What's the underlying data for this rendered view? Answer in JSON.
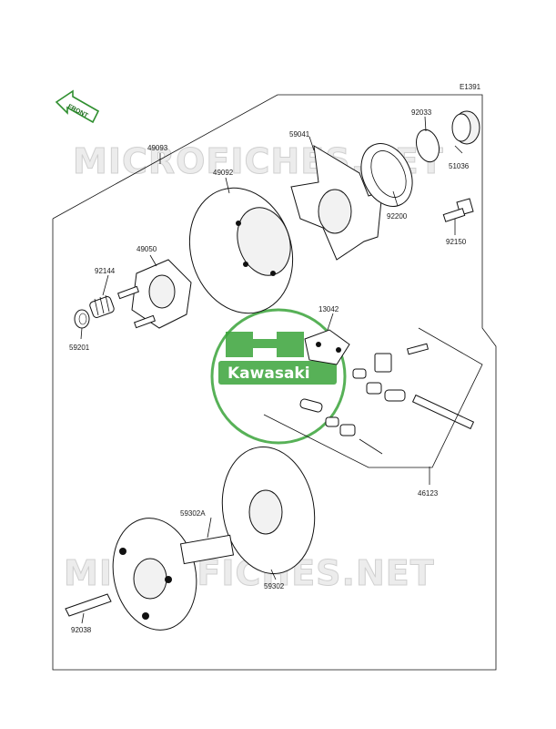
{
  "diagram_code": "E1391",
  "front_label": "FRONT",
  "watermark": "MICROFICHES.NET",
  "logo_text": "Kawasaki",
  "colors": {
    "logo_green": "#3aa33a",
    "arrow_green": "#2f8f2f",
    "watermark": "#d0d0d0"
  },
  "parts": {
    "p49093": "49093",
    "p59041": "59041",
    "p92033": "92033",
    "p51036": "51036",
    "p49092": "49092",
    "p92200": "92200",
    "p92150": "92150",
    "p49050": "49050",
    "p92144": "92144",
    "p59201": "59201",
    "p13042": "13042",
    "p46123": "46123",
    "p59302A": "59302A",
    "p59302": "59302",
    "p92038": "92038"
  }
}
